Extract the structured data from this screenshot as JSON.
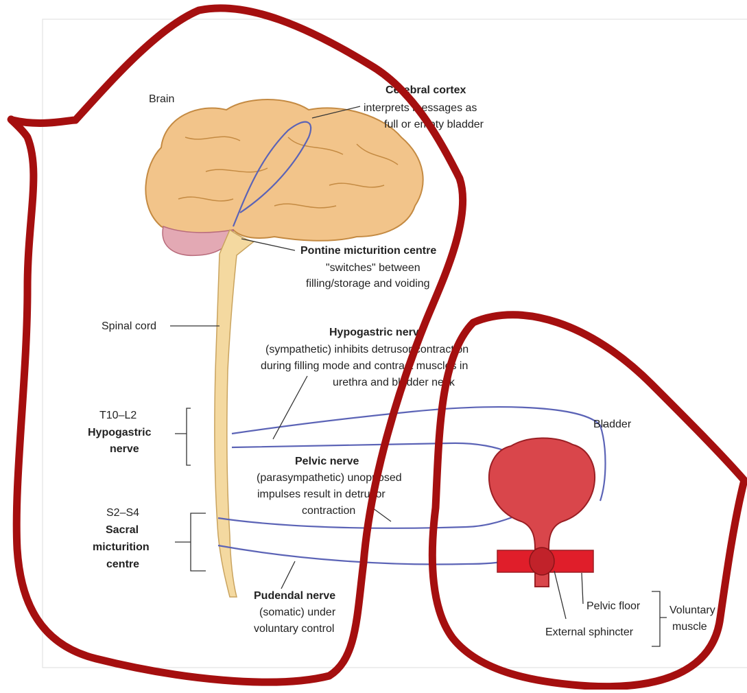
{
  "labels": {
    "brain": "Brain",
    "cortex_title": "Cerebral cortex",
    "cortex_l1": "interprets messages as",
    "cortex_l2": "full or empty bladder",
    "pontine_title": "Pontine micturition centre",
    "pontine_l1": "\"switches\" between",
    "pontine_l2": "filling/storage and voiding",
    "spinal_cord": "Spinal cord",
    "hypo_title": "Hypogastric nerve",
    "hypo_l1": "(sympathetic) inhibits detrusor contraction",
    "hypo_l2": "during filling mode and contract muscles in",
    "hypo_l3": "urethra and bladder neck",
    "t10": "T10–L2",
    "t10_name1": "Hypogastric",
    "t10_name2": "nerve",
    "pelvic_title": "Pelvic nerve",
    "pelvic_l1": "(parasympathetic) unopposed",
    "pelvic_l2": "impulses result in detrusor",
    "pelvic_l3": "contraction",
    "s2": "S2–S4",
    "s2_name1": "Sacral",
    "s2_name2": "micturition",
    "s2_name3": "centre",
    "pudendal_title": "Pudendal nerve",
    "pudendal_l1": "(somatic) under",
    "pudendal_l2": "voluntary control",
    "bladder": "Bladder",
    "pelvic_floor": "Pelvic floor",
    "ext_sphincter": "External sphincter",
    "voluntary1": "Voluntary",
    "voluntary2": "muscle"
  },
  "colors": {
    "outline_red": "#a50f0f",
    "brain": "#f2c48a",
    "cerebellum": "#e3a9b4",
    "spinal": "#f4d9a0",
    "nerve": "#5b63b6",
    "bladder": "#d9464b",
    "muscle": "#e01e2a"
  }
}
